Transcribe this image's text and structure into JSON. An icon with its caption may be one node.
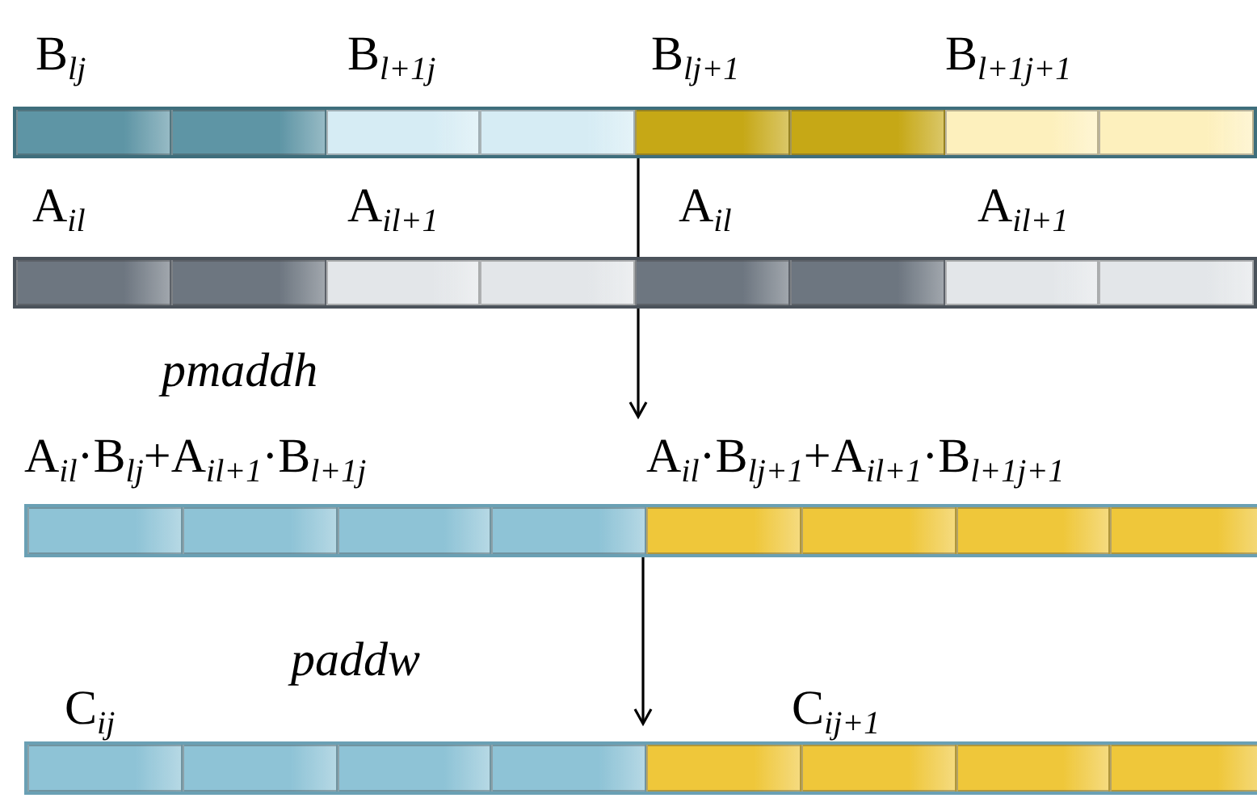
{
  "diagram": {
    "nodes": [
      {
        "text": [],
        "shape": "bar",
        "beside": [
          "B$_{lj}$",
          "B$_{l+1j}$",
          "B$_{lj+1}$",
          "B$_{l+1j+1}$"
        ]
      },
      {
        "text": [],
        "shape": "bar",
        "beside": [
          "A$_{il}$",
          "A$_{il+1}$",
          "A$_{il}$",
          "A$_{il+1}$"
        ]
      },
      {
        "text": [],
        "shape": "bar",
        "beside": [
          "A$_{il}$·B$_{lj}$+A$_{il+1}$·B$_{l+1j}$",
          "A$_{il}$·B$_{lj+1}$+A$_{il+1}$·B$_{l+1j+1}$"
        ]
      },
      {
        "text": [],
        "shape": "bar",
        "beside": [
          "C$_{ij}$",
          "C$_{ij+1}$"
        ]
      }
    ],
    "edges": [
      {
        "from": 0,
        "to": 1,
        "arrow": "none"
      },
      {
        "from": 1,
        "to": 2,
        "arrow": "to"
      },
      {
        "from": 2,
        "to": 3,
        "arrow": "to"
      }
    ],
    "labels": [
      "pmaddh",
      "paddw"
    ]
  }
}
